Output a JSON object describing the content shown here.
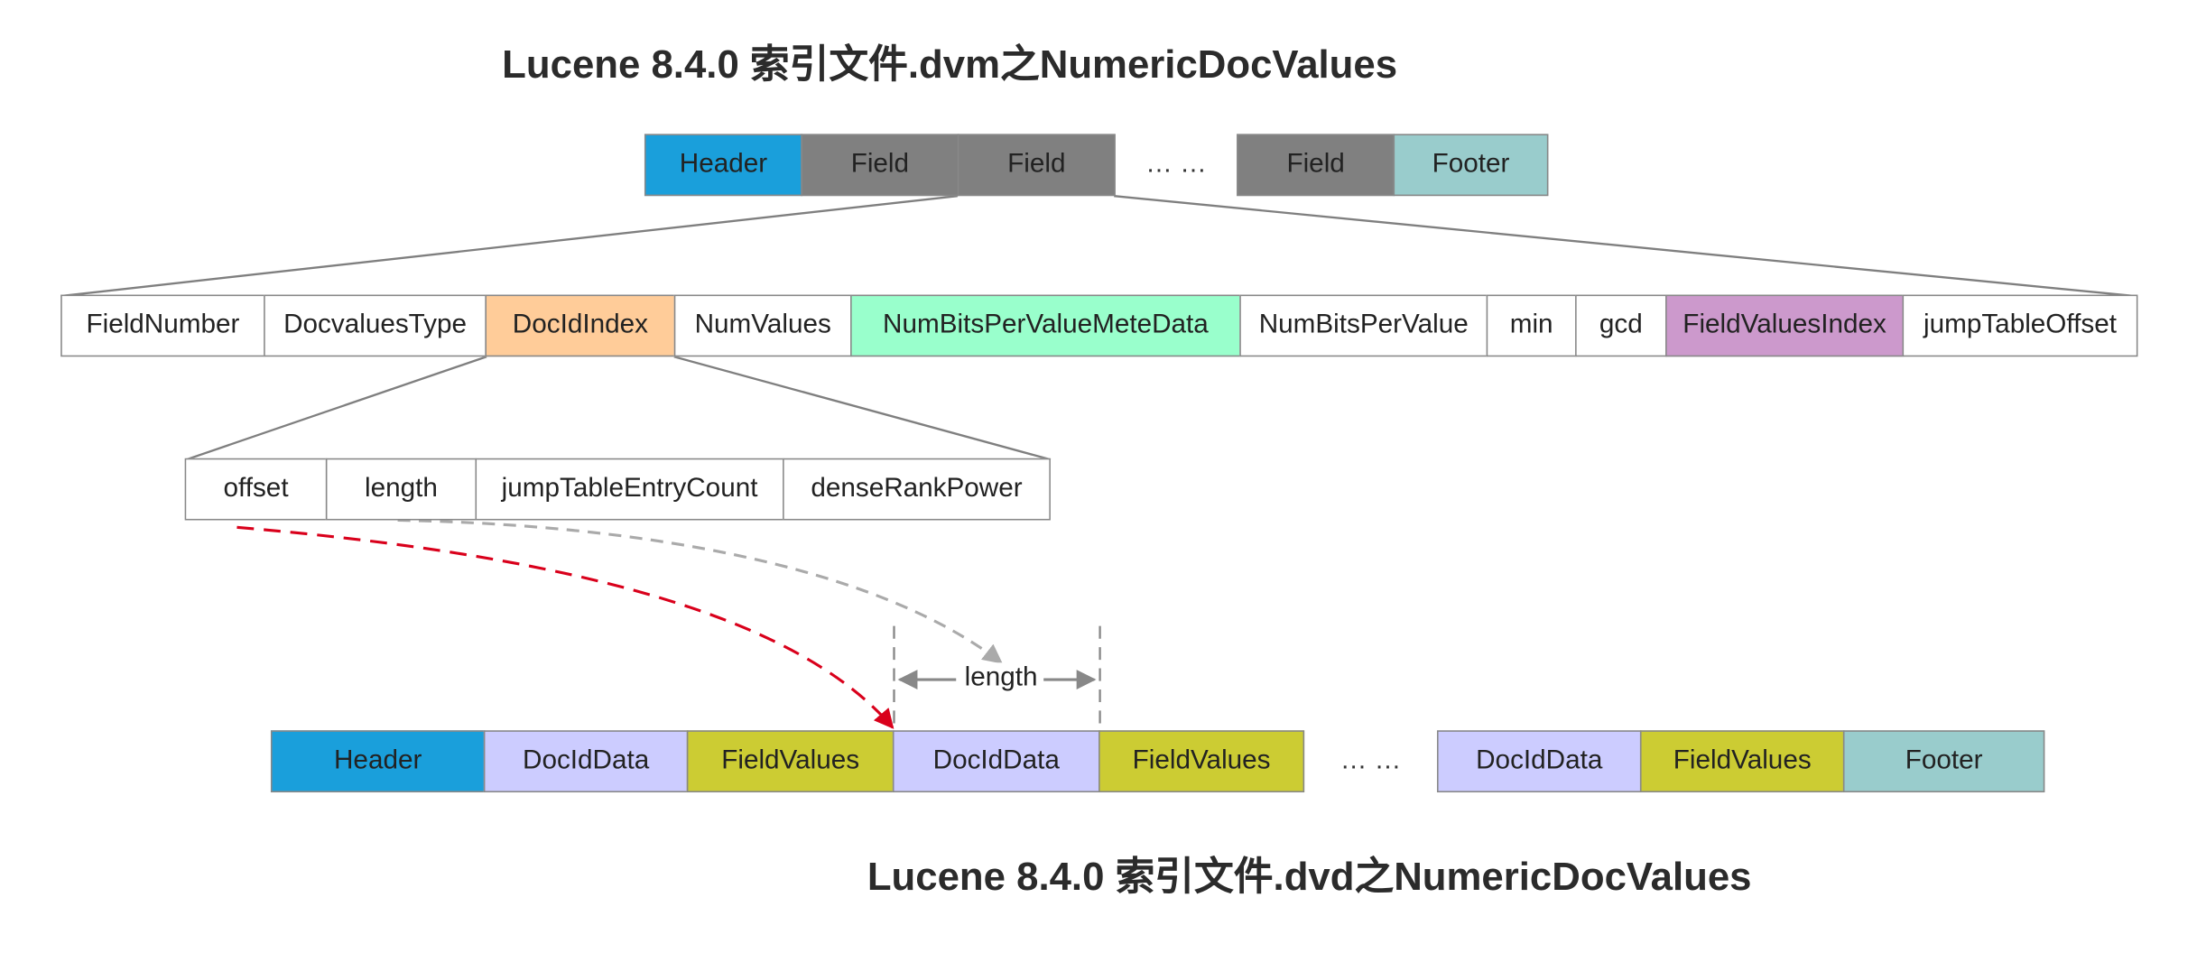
{
  "titles": {
    "dvm": "Lucene 8.4.0 索引文件.dvm之NumericDocValues",
    "dvd": "Lucene 8.4.0 索引文件.dvd之NumericDocValues"
  },
  "colors": {
    "header": "#1a9fdb",
    "field": "#808080",
    "footer": "#99cccc",
    "docIdIndex": "#ffcc99",
    "numBitsMeta": "#99ffcc",
    "fieldValuesIndex": "#cc99cc",
    "docIdData": "#ccccff",
    "fieldValues": "#cccc33",
    "red_arrow": "#d9001b",
    "gray_arrow": "#aaaaaa"
  },
  "dvm_row": {
    "header": "Header",
    "field1": "Field",
    "field2": "Field",
    "ellipsis": "… …",
    "field3": "Field",
    "footer": "Footer"
  },
  "field_row": {
    "fieldNumber": "FieldNumber",
    "docvaluesType": "DocvaluesType",
    "docIdIndex": "DocIdIndex",
    "numValues": "NumValues",
    "numBitsPerValueMeteData": "NumBitsPerValueMeteData",
    "numBitsPerValue": "NumBitsPerValue",
    "min": "min",
    "gcd": "gcd",
    "fieldValuesIndex": "FieldValuesIndex",
    "jumpTableOffset": "jumpTableOffset"
  },
  "docidindex_row": {
    "offset": "offset",
    "length": "length",
    "jumpTableEntryCount": "jumpTableEntryCount",
    "denseRankPower": "denseRankPower"
  },
  "length_marker": "length",
  "dvd_row": {
    "header": "Header",
    "docIdData1": "DocIdData",
    "fieldValues1": "FieldValues",
    "docIdData2": "DocIdData",
    "fieldValues2": "FieldValues",
    "ellipsis": "… …",
    "docIdData3": "DocIdData",
    "fieldValues3": "FieldValues",
    "footer": "Footer"
  }
}
